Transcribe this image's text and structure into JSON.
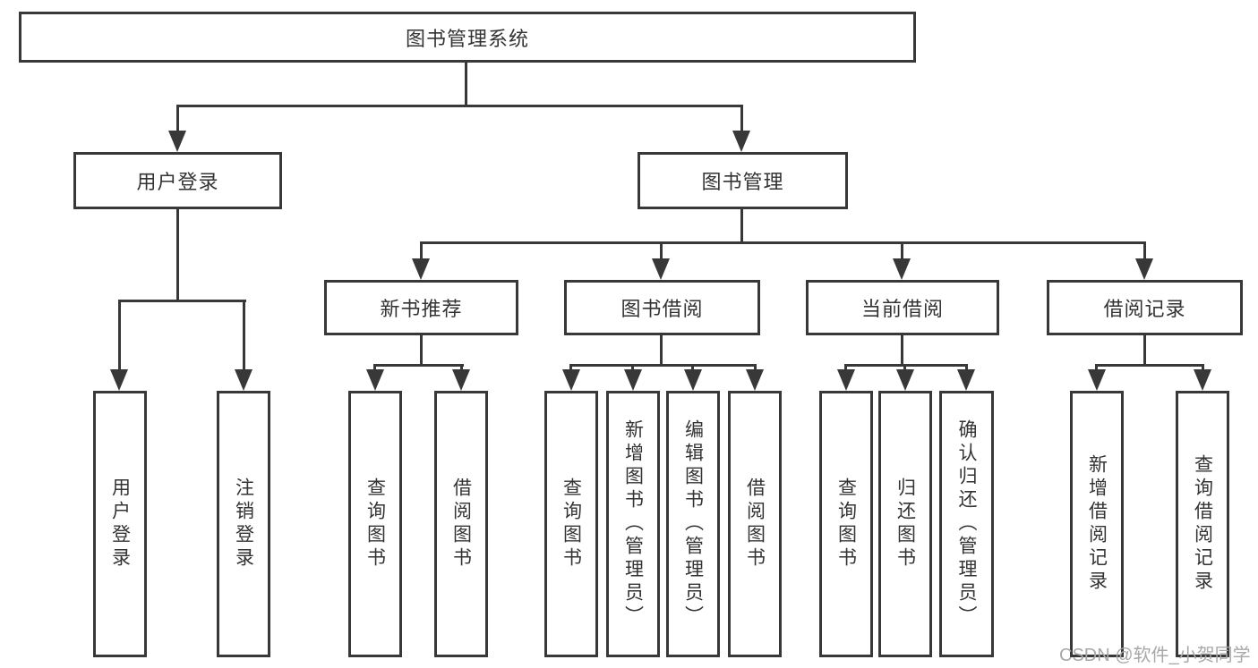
{
  "tree": {
    "root": {
      "label": "图书管理系统",
      "children": [
        {
          "label": "用户登录",
          "children": [
            {
              "label": "用户登录"
            },
            {
              "label": "注销登录"
            }
          ]
        },
        {
          "label": "图书管理",
          "children": [
            {
              "label": "新书推荐",
              "children": [
                {
                  "label": "查询图书"
                },
                {
                  "label": "借阅图书"
                }
              ]
            },
            {
              "label": "图书借阅",
              "children": [
                {
                  "label": "查询图书"
                },
                {
                  "label": "新增图书（管理员）"
                },
                {
                  "label": "编辑图书（管理员）"
                },
                {
                  "label": "借阅图书"
                }
              ]
            },
            {
              "label": "当前借阅",
              "children": [
                {
                  "label": "查询图书"
                },
                {
                  "label": "归还图书"
                },
                {
                  "label": "确认归还（管理员）"
                }
              ]
            },
            {
              "label": "借阅记录",
              "children": [
                {
                  "label": "新增借阅记录"
                },
                {
                  "label": "查询借阅记录"
                }
              ]
            }
          ]
        }
      ]
    }
  },
  "watermark": "CSDN @软件_小贺同学",
  "colors": {
    "line": "#383838",
    "text": "#333333",
    "watermark": "#a8a8a8",
    "background": "#ffffff"
  }
}
